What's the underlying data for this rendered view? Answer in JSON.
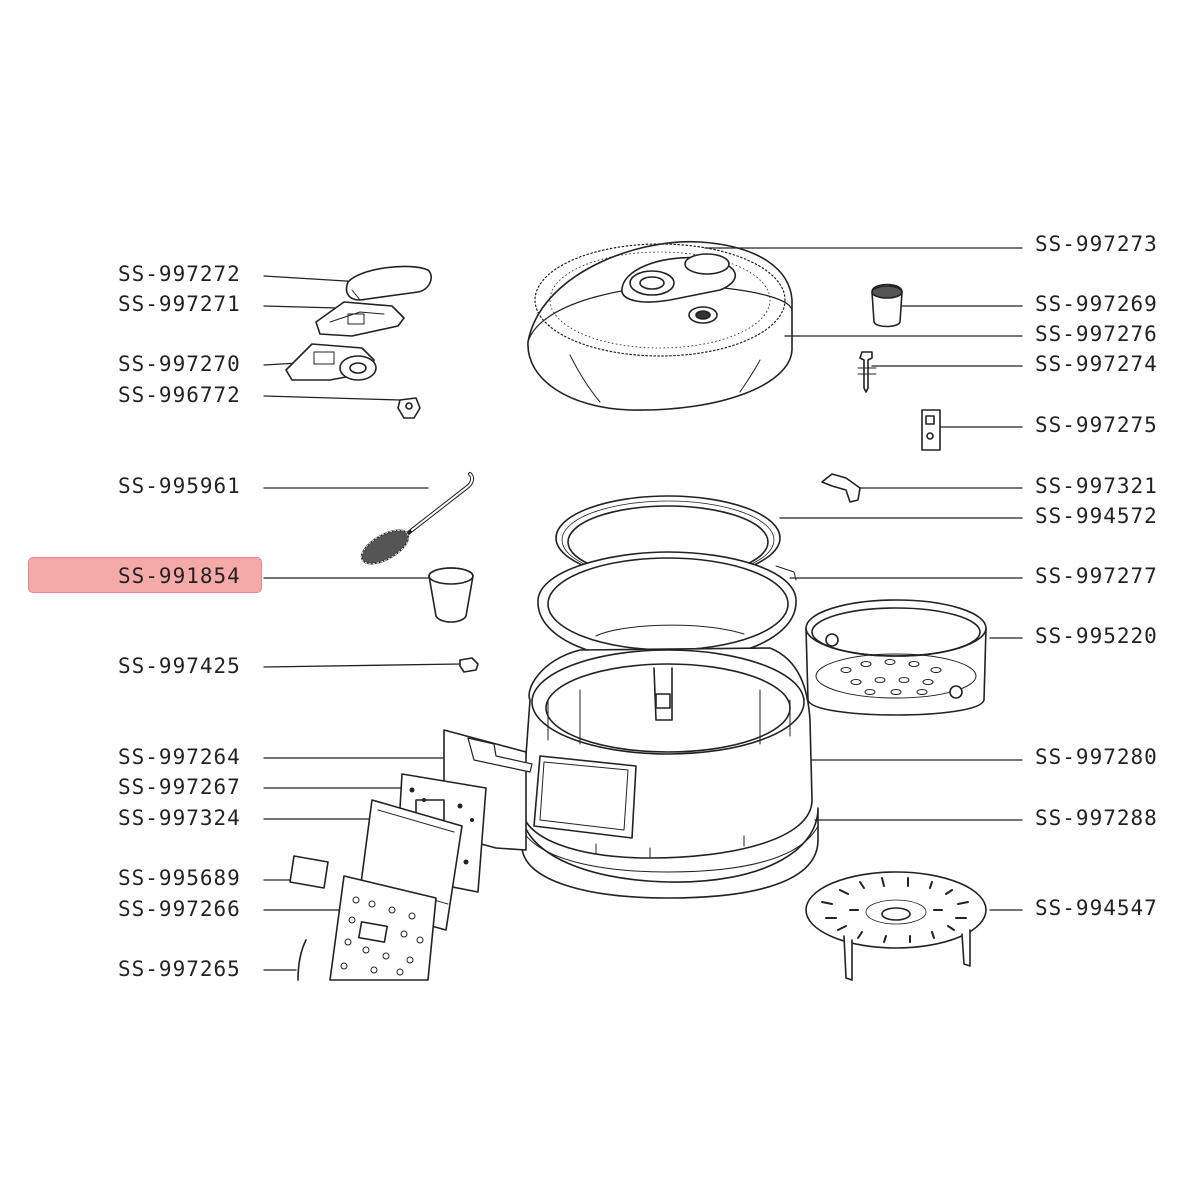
{
  "highlight": {
    "part": "SS-991854",
    "fill": "#f5a9a9",
    "border": "#e58a8a"
  },
  "line_color": "#222222",
  "left_labels": [
    "SS-997272",
    "SS-997271",
    "SS-997270",
    "SS-996772",
    "SS-995961",
    "SS-991854",
    "SS-997425",
    "SS-997264",
    "SS-997267",
    "SS-997324",
    "SS-995689",
    "SS-997266",
    "SS-997265"
  ],
  "right_labels": [
    "SS-997273",
    "SS-997269",
    "SS-997276",
    "SS-997274",
    "SS-997275",
    "SS-997321",
    "SS-994572",
    "SS-997277",
    "SS-995220",
    "SS-997280",
    "SS-997288",
    "SS-994547"
  ]
}
